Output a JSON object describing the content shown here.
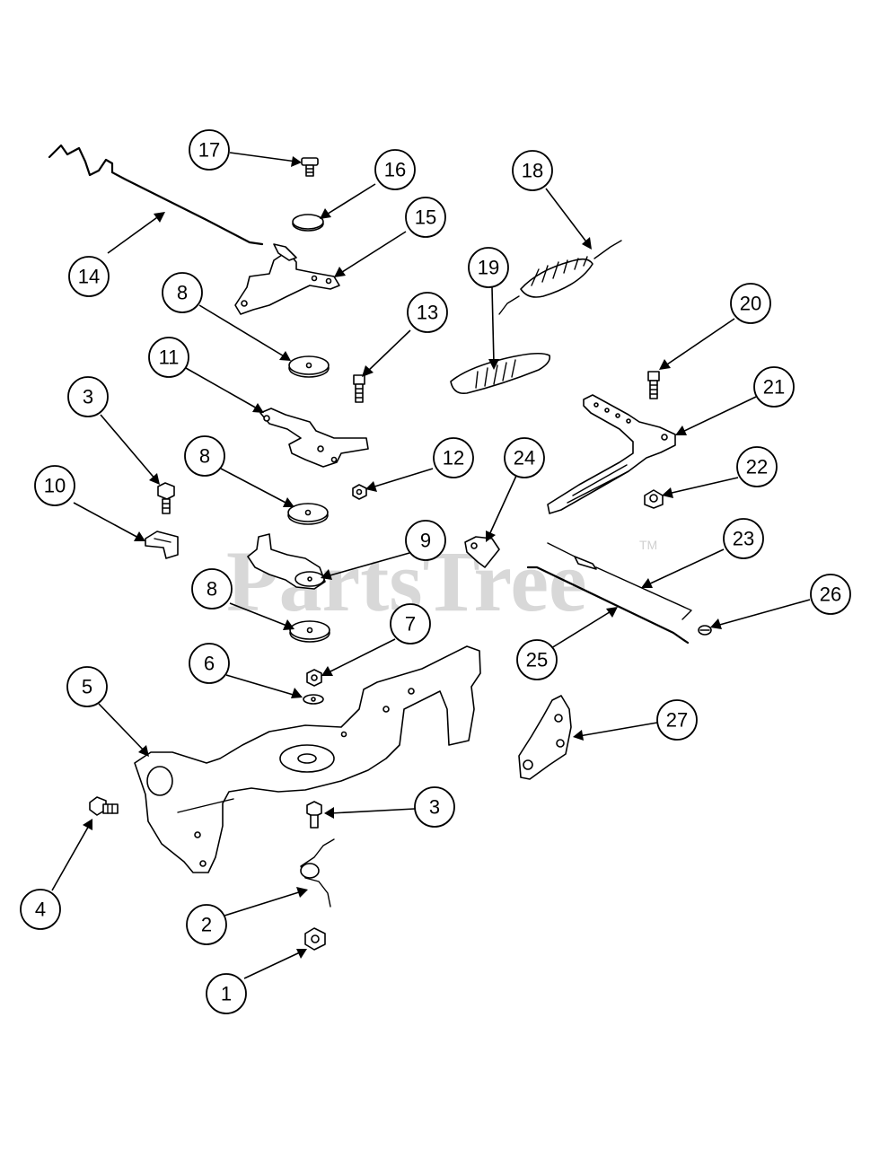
{
  "watermark": {
    "text": "PartsTree",
    "trademark": "TM"
  },
  "callouts": [
    {
      "id": "17",
      "label": "17"
    },
    {
      "id": "16",
      "label": "16"
    },
    {
      "id": "18",
      "label": "18"
    },
    {
      "id": "15",
      "label": "15"
    },
    {
      "id": "14",
      "label": "14"
    },
    {
      "id": "19",
      "label": "19"
    },
    {
      "id": "8a",
      "label": "8"
    },
    {
      "id": "13",
      "label": "13"
    },
    {
      "id": "20",
      "label": "20"
    },
    {
      "id": "11",
      "label": "11"
    },
    {
      "id": "21",
      "label": "21"
    },
    {
      "id": "3a",
      "label": "3"
    },
    {
      "id": "8b",
      "label": "8"
    },
    {
      "id": "12",
      "label": "12"
    },
    {
      "id": "24",
      "label": "24"
    },
    {
      "id": "22",
      "label": "22"
    },
    {
      "id": "10",
      "label": "10"
    },
    {
      "id": "9",
      "label": "9"
    },
    {
      "id": "23",
      "label": "23"
    },
    {
      "id": "8c",
      "label": "8"
    },
    {
      "id": "26",
      "label": "26"
    },
    {
      "id": "7",
      "label": "7"
    },
    {
      "id": "25",
      "label": "25"
    },
    {
      "id": "6",
      "label": "6"
    },
    {
      "id": "5",
      "label": "5"
    },
    {
      "id": "27",
      "label": "27"
    },
    {
      "id": "3b",
      "label": "3"
    },
    {
      "id": "4",
      "label": "4"
    },
    {
      "id": "2",
      "label": "2"
    },
    {
      "id": "1",
      "label": "1"
    }
  ]
}
